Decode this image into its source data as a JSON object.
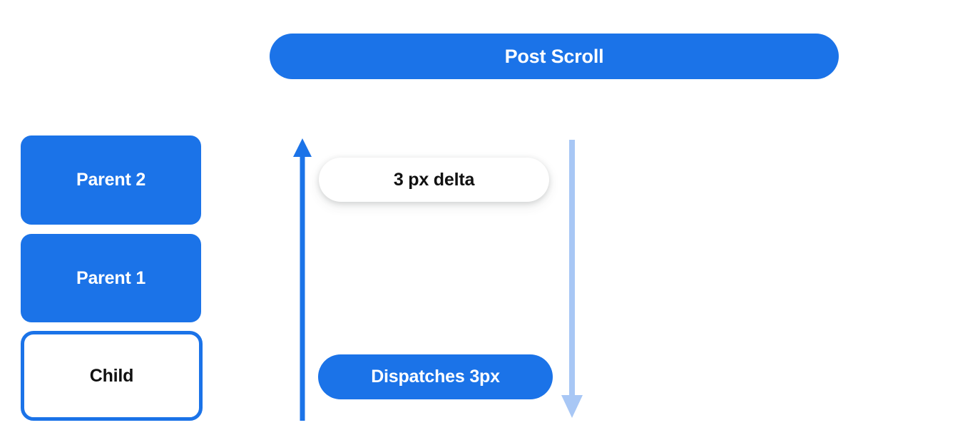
{
  "header": {
    "title": "Post Scroll",
    "color": "#1B73E8",
    "text_color": "#FFFFFF"
  },
  "node_stack": {
    "items": [
      {
        "label": "Parent 2",
        "style": "filled",
        "fill": "#1B73E8",
        "text_color": "#FFFFFF"
      },
      {
        "label": "Parent 1",
        "style": "filled",
        "fill": "#1B73E8",
        "text_color": "#FFFFFF"
      },
      {
        "label": "Child",
        "style": "outlined",
        "fill": "#FFFFFF",
        "border_color": "#1B73E8",
        "text_color": "#111111"
      }
    ]
  },
  "arrows": {
    "up": {
      "icon": "arrow-up-icon",
      "color": "#1B73E8",
      "direction": "up"
    },
    "down": {
      "icon": "arrow-down-icon",
      "color": "#A8C7F5",
      "direction": "down"
    }
  },
  "annotations": {
    "delta": {
      "label": "3 px delta",
      "fill": "#FFFFFF",
      "text_color": "#111111"
    },
    "dispatch": {
      "label": "Dispatches 3px",
      "fill": "#1B73E8",
      "text_color": "#FFFFFF"
    }
  }
}
